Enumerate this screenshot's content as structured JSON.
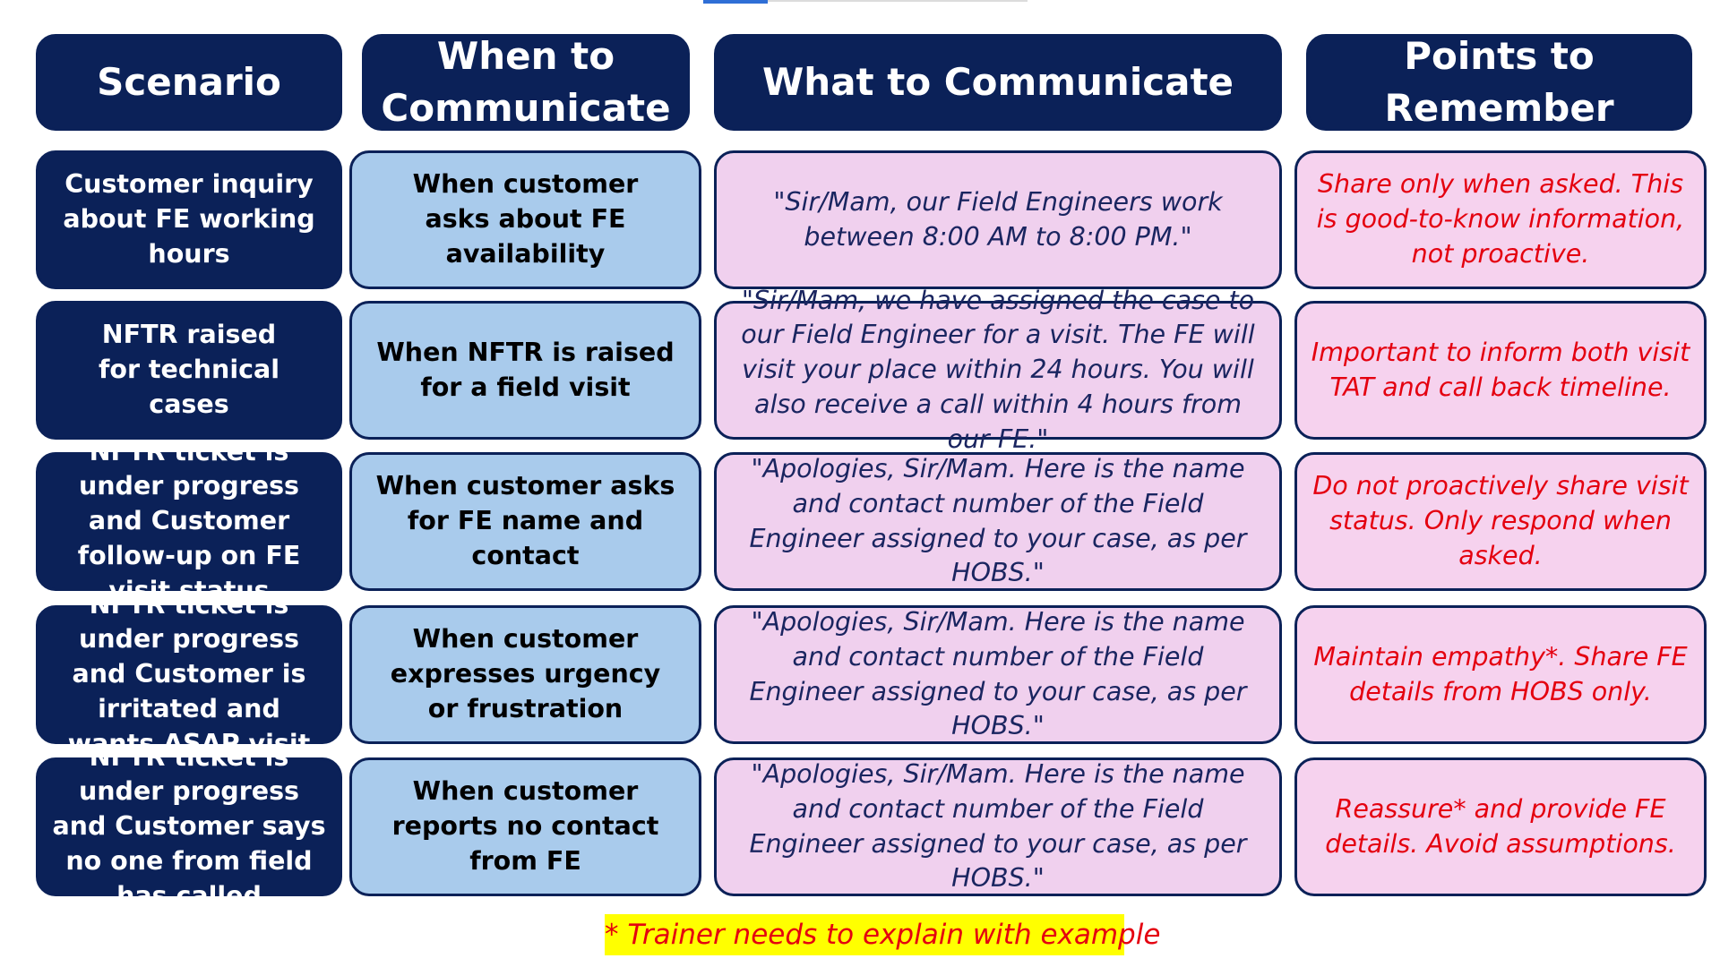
{
  "headers": {
    "scenario": "Scenario",
    "when": "When to Communicate",
    "what": "What to Communicate",
    "points": "Points to Remember"
  },
  "rows": [
    {
      "scenario": "Customer inquiry about FE working hours",
      "when": "When customer asks about FE availability",
      "what": "\"Sir/Mam, our Field Engineers work between 8:00 AM to 8:00 PM.\"",
      "points": "Share only when asked. This is good-to-know information, not proactive."
    },
    {
      "scenario": "NFTR raised for technical cases",
      "when": "When NFTR is raised for a field visit",
      "what": "\"Sir/Mam, we have assigned the case to our Field Engineer for a visit. The FE will visit your place within 24 hours. You will also receive a call within 4 hours from our FE.\"",
      "points": "Important to inform both visit TAT and call back timeline."
    },
    {
      "scenario": "NFTR ticket is under progress and Customer follow-up on FE visit status",
      "when": "When customer asks for FE name and contact",
      "what": "\"Apologies, Sir/Mam. Here is the name and contact number of the Field Engineer assigned to your case, as per HOBS.\"",
      "points": "Do not proactively share visit status. Only respond when asked."
    },
    {
      "scenario": "NFTR ticket is under progress and Customer is irritated and wants ASAP visit",
      "when": "When customer expresses urgency or frustration",
      "what": "\"Apologies, Sir/Mam. Here is the name and contact number of the Field Engineer assigned to your case, as per HOBS.\"",
      "points": "Maintain empathy*. Share FE details from HOBS only."
    },
    {
      "scenario": "NFTR ticket is under progress and Customer says no one from field has called",
      "when": "When customer reports no contact from FE",
      "what": "\"Apologies, Sir/Mam. Here is the name and contact number of the Field Engineer assigned to your case, as per HOBS.\"",
      "points": "Reassure* and provide FE details. Avoid assumptions."
    }
  ],
  "footnote": "* Trainer needs to explain with example"
}
